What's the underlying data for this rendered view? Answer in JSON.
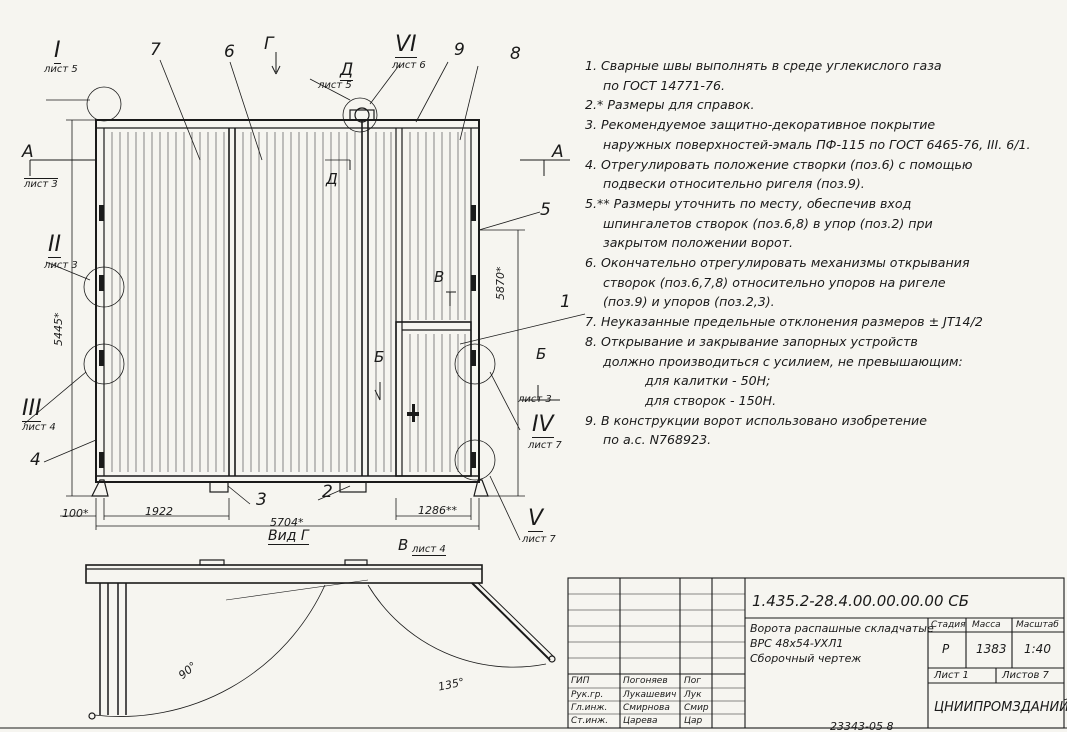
{
  "sections": {
    "s1": {
      "num": "I",
      "sheet": "лист 5"
    },
    "s2": {
      "num": "II",
      "sheet": "лист 3"
    },
    "s3": {
      "num": "III",
      "sheet": "лист 4"
    },
    "s4": {
      "num": "IV",
      "sheet": "лист 7"
    },
    "s5": {
      "num": "V",
      "sheet": "лист 7"
    },
    "s6": {
      "num": "VI",
      "sheet": "лист 6"
    },
    "sA": {
      "num": "А",
      "sheet": "лист 3"
    },
    "sD": {
      "num": "Д",
      "sheet": "лист 5"
    },
    "sB": {
      "num": "Б",
      "sheet": "лист 3"
    },
    "sV": {
      "num": "В",
      "sheet": "лист 4"
    }
  },
  "leaders": {
    "p1": "1",
    "p2": "2",
    "p3": "3",
    "p4": "4",
    "p5": "5",
    "p6": "6",
    "p7": "7",
    "p8": "8",
    "p9": "9"
  },
  "markers": {
    "G": "Г",
    "A_left": "А",
    "A_right": "А",
    "D": "Д",
    "V": "В",
    "B_left": "Б",
    "B_right": "Б",
    "view": "Вид Г"
  },
  "dimensions": {
    "d100": "100*",
    "d1922": "1922",
    "d5704": "5704*",
    "d1286": "1286**",
    "d5870": "5870*",
    "dheight": "5445*",
    "a90": "90°",
    "a135": "135°"
  },
  "notes": [
    "1. Сварные швы выполнять в среде углекислого газа",
    "по ГОСТ 14771-76.",
    "2.* Размеры для справок.",
    "3. Рекомендуемое защитно-декоративное покрытие",
    "наружных поверхностей-эмаль ПФ-115 по ГОСТ 6465-76, III. 6/1.",
    "4. Отрегулировать положение створки (поз.6) с помощью",
    "подвески относительно ригеля (поз.9).",
    "5.** Размеры уточнить по месту, обеспечив вход",
    "шпингалетов створок (поз.6,8) в упор (поз.2) при",
    "закрытом положении ворот.",
    "6. Окончательно отрегулировать механизмы открывания",
    "створок (поз.6,7,8) относительно упоров на ригеле",
    "(поз.9) и упоров (поз.2,3).",
    "7. Неуказанные предельные отклонения размеров ± JT14/2",
    "8. Открывание и закрывание запорных устройств",
    "должно производиться с усилием, не превышающим:",
    "для калитки - 50Н;",
    "для створок - 150Н.",
    "9. В конструкции ворот использовано изобретение",
    "по а.с. N768923."
  ],
  "title_block": {
    "designation": "1.435.2-28.4.00.00.00.00 СБ",
    "name_line1": "Ворота распашные складчатые",
    "name_line2": "ВРС 48х54-УХЛ1",
    "name_line3": "Сборочный чертеж",
    "col_stage": "Стадия",
    "col_mass": "Масса",
    "col_scale": "Масштаб",
    "stage": "Р",
    "mass": "1383",
    "scale": "1:40",
    "sheet": "Лист 1",
    "sheets": "Листов 7",
    "org": "ЦНИИПРОМЗДАНИЙ",
    "roles": [
      "ГИП",
      "Рук.гр.",
      "Гл.инж.",
      "Ст.инж."
    ],
    "people": [
      "Погоняев",
      "Лукашевич",
      "Смирнова",
      "Царева"
    ],
    "signs": [
      "Пог",
      "Лук",
      "Смир",
      "Цар"
    ]
  },
  "bottom_code": "23343-05  8"
}
